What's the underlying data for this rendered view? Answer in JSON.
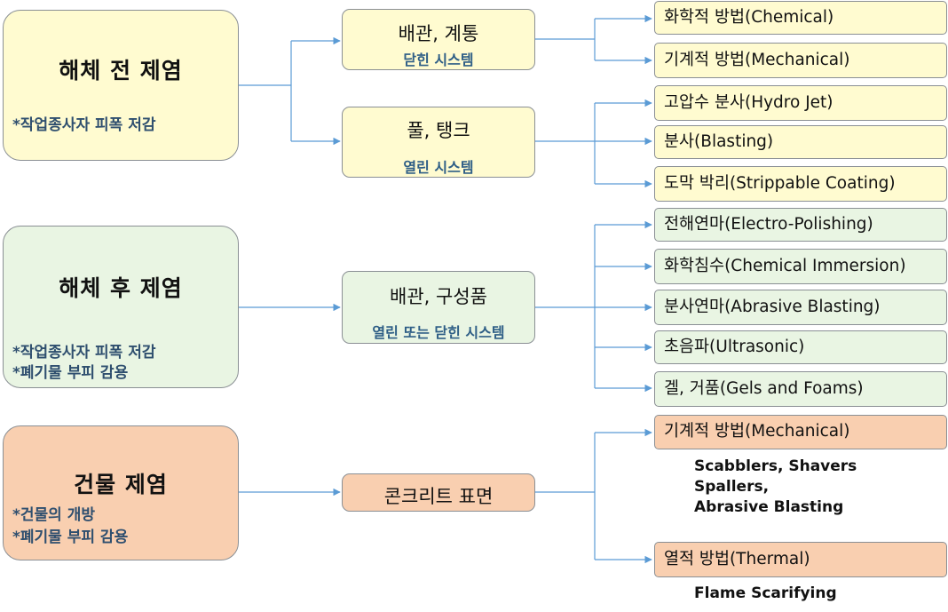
{
  "categories": {
    "pre": {
      "title": "해체 전 제염",
      "notes": [
        "*작업종사자 피폭 저감"
      ]
    },
    "post": {
      "title": "해체 후 제염",
      "notes": [
        "*작업종사자 피폭 저감",
        "*폐기물 부피 감용"
      ]
    },
    "building": {
      "title": "건물 제염",
      "notes": [
        "*건물의 개방",
        "*폐기물 부피 감용"
      ]
    }
  },
  "targets": {
    "piping": {
      "title": "배관, 계통",
      "subtitle": "닫힌 시스템"
    },
    "pool": {
      "title": "풀, 탱크",
      "subtitle": "열린 시스템"
    },
    "components": {
      "title": "배관, 구성품",
      "subtitle": "열린 또는 닫힌 시스템"
    },
    "concrete": {
      "title": "콘크리트 표면"
    }
  },
  "methods": {
    "m1": "화학적 방법(Chemical)",
    "m2": "기계적 방법(Mechanical)",
    "m3": "고압수 분사(Hydro Jet)",
    "m4": "분사(Blasting)",
    "m5": "도막 박리(Strippable Coating)",
    "m6": "전해연마(Electro-Polishing)",
    "m7": "화학침수(Chemical Immersion)",
    "m8": "분사연마(Abrasive Blasting)",
    "m9": "초음파(Ultrasonic)",
    "m10": "겔, 거품(Gels and Foams)",
    "m11": "기계적 방법(Mechanical)",
    "m12": "열적 방법(Thermal)"
  },
  "details": {
    "mechanical": [
      "Scabblers, Shavers",
      "Spallers,",
      "Abrasive Blasting"
    ],
    "thermal": [
      "Flame Scarifying"
    ]
  },
  "colors": {
    "line": "#5b9bd5",
    "yellow": "#fffbd0",
    "green": "#e9f5e3",
    "orange": "#f9cfb0"
  }
}
